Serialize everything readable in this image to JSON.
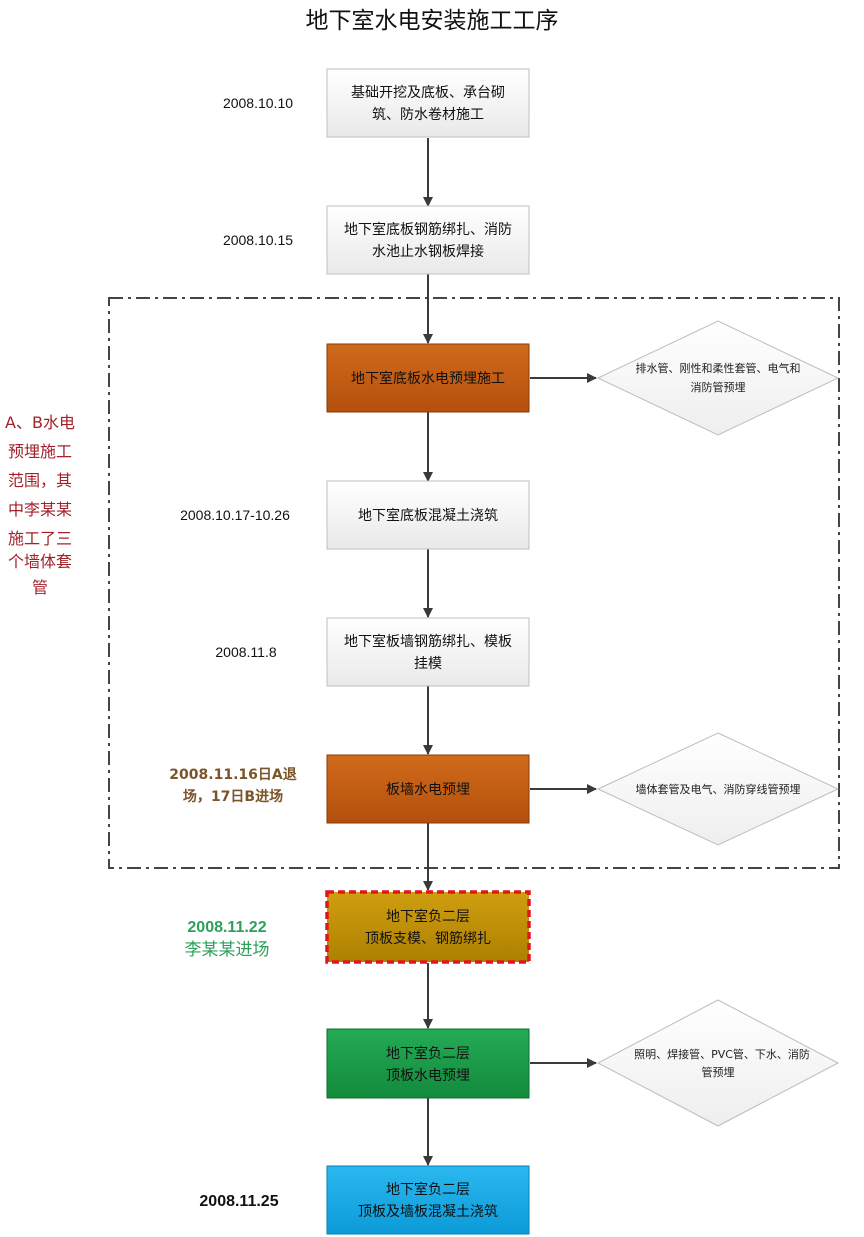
{
  "title": "地下室水电安装施工工序",
  "steps": [
    {
      "lines": [
        "基础开挖及底板、承台砌",
        "筑、防水卷材施工"
      ],
      "date": "2008.10.10"
    },
    {
      "lines": [
        "地下室底板钢筋绑扎、消防",
        "水池止水钢板焊接"
      ],
      "date": "2008.10.15"
    },
    {
      "lines": [
        "地下室底板水电预埋施工"
      ],
      "date": ""
    },
    {
      "lines": [
        "地下室底板混凝土浇筑"
      ],
      "date": "2008.10.17-10.26"
    },
    {
      "lines": [
        "地下室板墙钢筋绑扎、模板",
        "挂模"
      ],
      "date": "2008.11.8"
    },
    {
      "lines": [
        "板墙水电预埋"
      ],
      "date_lines": [
        "2008.11.16日A退",
        "场，17日B进场"
      ]
    },
    {
      "lines": [
        "地下室负二层",
        "顶板支模、钢筋绑扎"
      ],
      "date_lines": [
        "2008.11.22",
        "李某某进场"
      ]
    },
    {
      "lines": [
        "地下室负二层",
        "顶板水电预埋"
      ],
      "date": ""
    },
    {
      "lines": [
        "地下室负二层",
        "顶板及墙板混凝土浇筑"
      ],
      "date": "2008.11.25"
    }
  ],
  "diamonds": [
    {
      "lines": [
        "排水管、刚性和柔性套管、电气和",
        "消防管预埋"
      ]
    },
    {
      "lines": [
        "墙体套管及电气、消防穿线管预埋"
      ]
    },
    {
      "lines": [
        "照明、焊接管、PVC管、下水、消防",
        "管预埋"
      ]
    }
  ],
  "side_note": [
    "A、B水电",
    "预埋施工",
    "范围，其",
    "中李某某",
    "施工了三",
    "个墙体套",
    "管"
  ],
  "colors": {
    "grey_box": "#f2f2f2",
    "orange_box": "#c55a11",
    "gold_box": "#c09000",
    "dashed_red": "#e0161e",
    "green_box": "#1a9a48",
    "blue_box": "#12a9e6",
    "brown_date": "#7b5529",
    "green_date": "#2ca05a",
    "note_red": "#a3212a"
  }
}
